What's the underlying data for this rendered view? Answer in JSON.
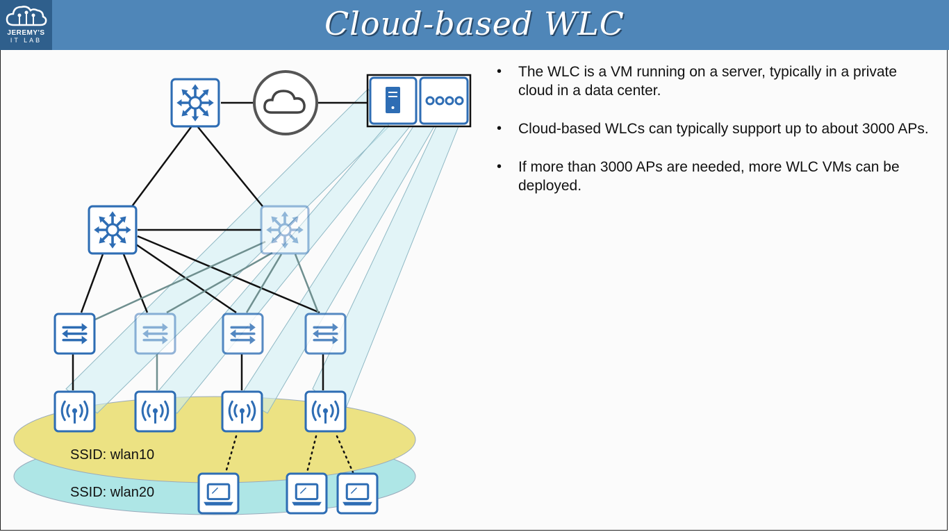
{
  "header": {
    "title": "Cloud-based WLC",
    "logo_line1": "JEREMY'S",
    "logo_line2": "IT LAB"
  },
  "bullets": [
    "The WLC is a VM running on a server, typically in a private cloud in a data center.",
    "Cloud-based WLCs can typically support up to about 3000 APs.",
    "If more than 3000 APs are needed, more WLC VMs can be deployed."
  ],
  "diagram": {
    "ssid1": "SSID: wlan10",
    "ssid2": "SSID: wlan20",
    "colors": {
      "device_border": "#2e6db4",
      "icon_blue": "#2e6db4",
      "ssid1_fill": "#ece283",
      "ssid2_fill": "#aee6e6",
      "tunnel_fill": "#cdeef4"
    }
  }
}
